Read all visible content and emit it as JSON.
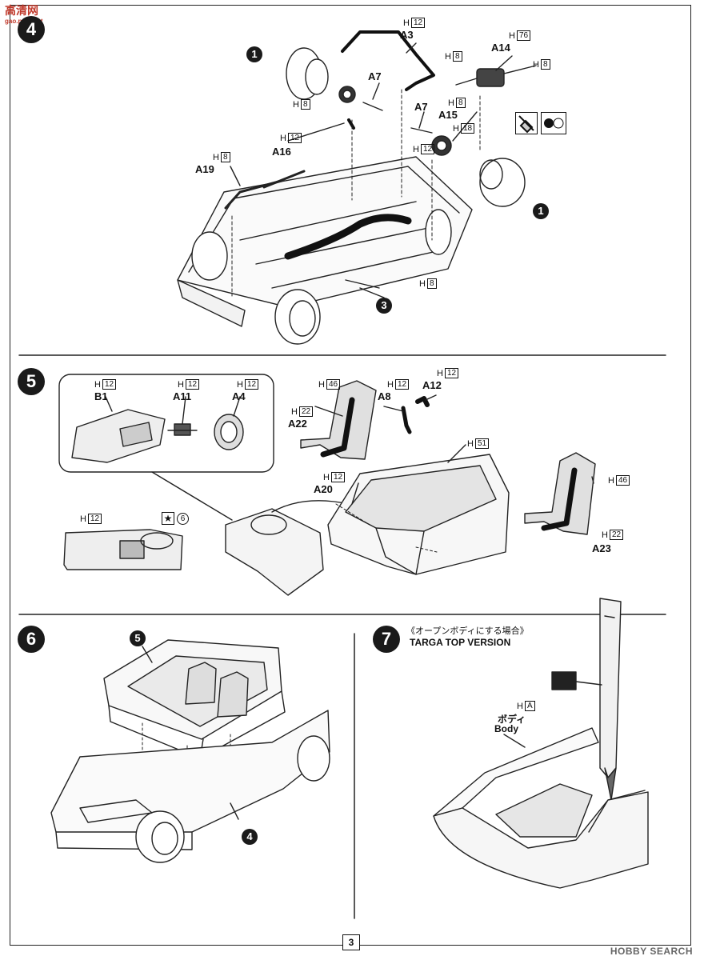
{
  "watermark_top": {
    "main": "高清网",
    "sub": "gao.pqm.net"
  },
  "watermark_bottom": "HOBBY SEARCH",
  "page_number": "3",
  "step4": {
    "number": "4",
    "labels": {
      "a3": "A3",
      "a7a": "A7",
      "a7b": "A7",
      "a14": "A14",
      "a15": "A15",
      "a16": "A16",
      "a19": "A19"
    },
    "codes": {
      "h12_a3": {
        "h": "H",
        "n": "12"
      },
      "h8_a": {
        "h": "H",
        "n": "8"
      },
      "h76": {
        "h": "H",
        "n": "76"
      },
      "h8_b": {
        "h": "H",
        "n": "8"
      },
      "h8_c": {
        "h": "H",
        "n": "8"
      },
      "h8_d": {
        "h": "H",
        "n": "8"
      },
      "h12_a16": {
        "h": "H",
        "n": "12"
      },
      "h18": {
        "h": "H",
        "n": "18"
      },
      "h12_a15": {
        "h": "H",
        "n": "12"
      },
      "h8_a19": {
        "h": "H",
        "n": "8"
      },
      "h8_e": {
        "h": "H",
        "n": "8"
      }
    },
    "refs": {
      "wheel_left": "1",
      "wheel_right": "1",
      "chassis": "3"
    }
  },
  "step5": {
    "number": "5",
    "labels": {
      "b1": "B1",
      "a11": "A11",
      "a4": "A4",
      "a8": "A8",
      "a12": "A12",
      "a22": "A22",
      "a20": "A20",
      "a23": "A23"
    },
    "codes": {
      "h12_b1": {
        "h": "H",
        "n": "12"
      },
      "h12_a11": {
        "h": "H",
        "n": "12"
      },
      "h12_a4": {
        "h": "H",
        "n": "12"
      },
      "h46_a": {
        "h": "H",
        "n": "46"
      },
      "h12_a8": {
        "h": "H",
        "n": "12"
      },
      "h12_a12": {
        "h": "H",
        "n": "12"
      },
      "h22_a": {
        "h": "H",
        "n": "22"
      },
      "h51": {
        "h": "H",
        "n": "51"
      },
      "h12_a20": {
        "h": "H",
        "n": "12"
      },
      "h46_b": {
        "h": "H",
        "n": "46"
      },
      "h22_b": {
        "h": "H",
        "n": "22"
      },
      "h12_dash": {
        "h": "H",
        "n": "12"
      }
    },
    "decal_ref": "6"
  },
  "step6": {
    "number": "6",
    "refs": {
      "interior": "5",
      "chassis": "4"
    }
  },
  "step7": {
    "number": "7",
    "title_jp": "《オープンボディにする場合》",
    "title_en": "TARGA TOP VERSION",
    "code": {
      "h": "H",
      "n": "A"
    },
    "body_jp": "ボディ",
    "body_en": "Body"
  }
}
